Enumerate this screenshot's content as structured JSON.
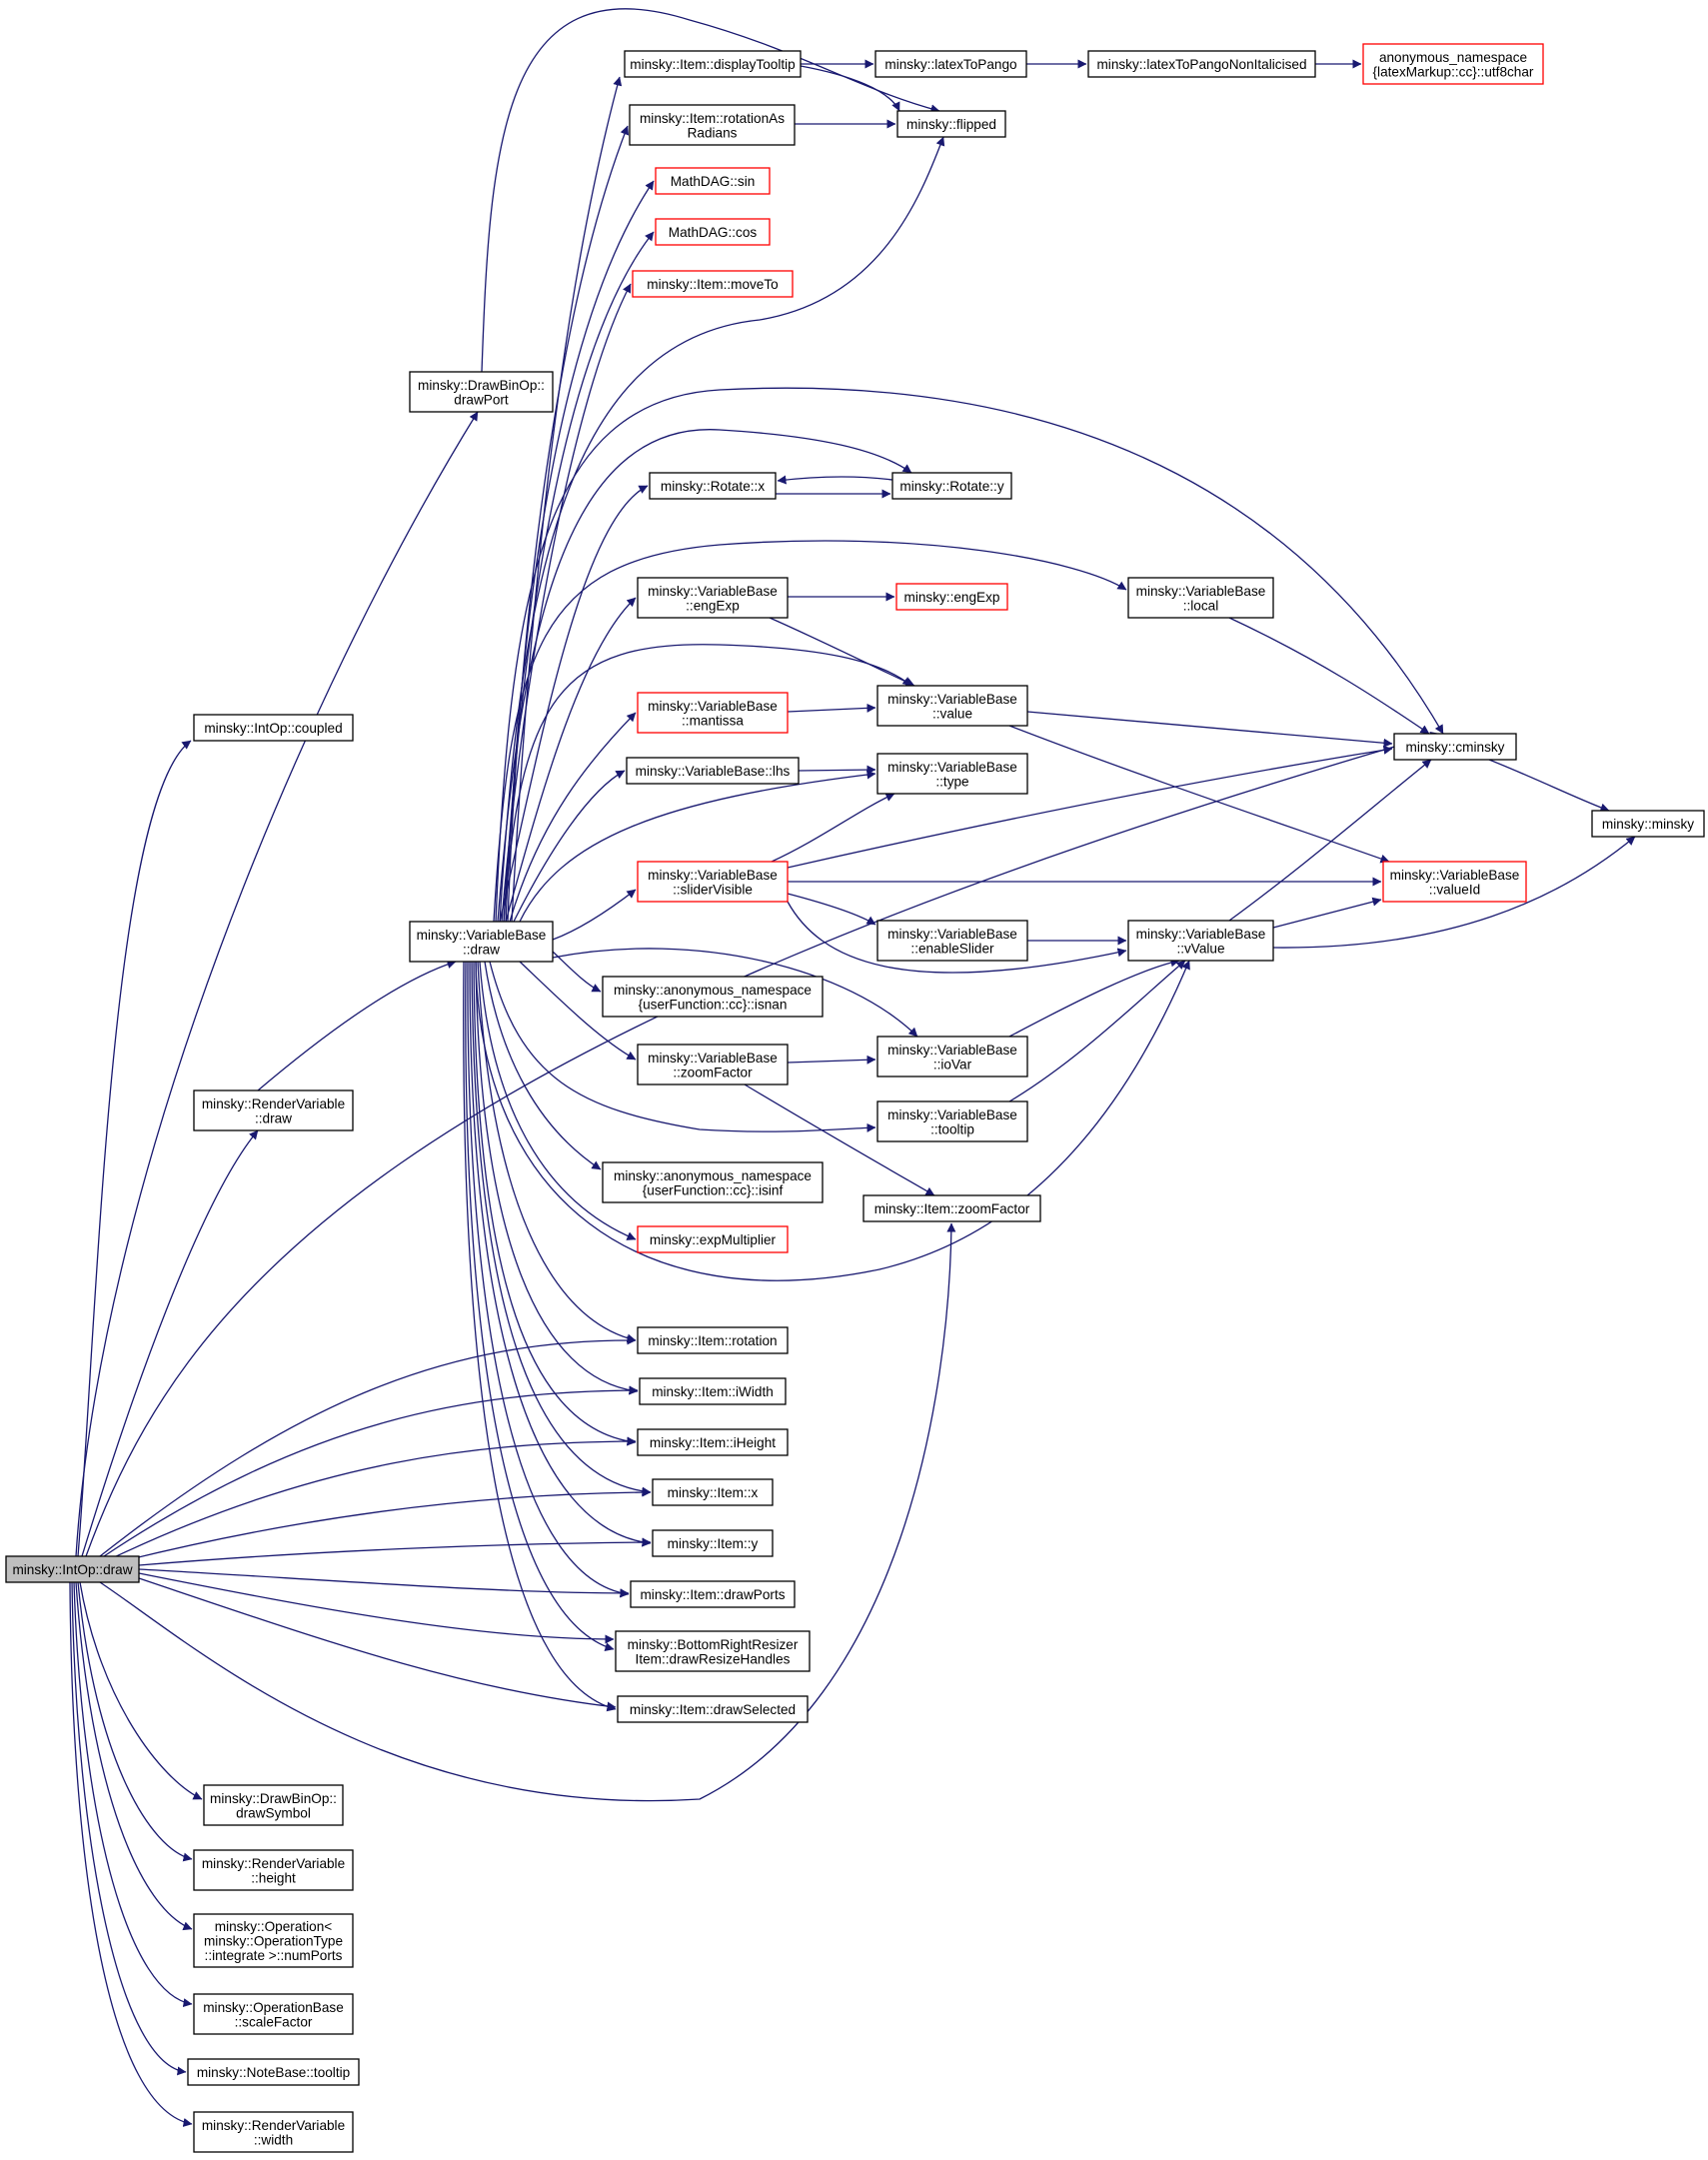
{
  "graph": {
    "edge_color": "#191970",
    "truncated_border_color": "#ff0000",
    "root_fill": "#bfbfbf",
    "nodes": [
      {
        "id": "root",
        "lines": [
          "minsky::IntOp::draw"
        ],
        "style": "root"
      },
      {
        "id": "coupled",
        "lines": [
          "minsky::IntOp::coupled"
        ],
        "style": "normal"
      },
      {
        "id": "drawPort",
        "lines": [
          "minsky::DrawBinOp::",
          "drawPort"
        ],
        "style": "normal"
      },
      {
        "id": "rvdraw",
        "lines": [
          "minsky::RenderVariable",
          "::draw"
        ],
        "style": "normal"
      },
      {
        "id": "vbdraw",
        "lines": [
          "minsky::VariableBase",
          "::draw"
        ],
        "style": "normal"
      },
      {
        "id": "drawSymbol",
        "lines": [
          "minsky::DrawBinOp::",
          "drawSymbol"
        ],
        "style": "normal"
      },
      {
        "id": "rvheight",
        "lines": [
          "minsky::RenderVariable",
          "::height"
        ],
        "style": "normal"
      },
      {
        "id": "numPorts",
        "lines": [
          "minsky::Operation<",
          "minsky::OperationType",
          "::integrate >::numPorts"
        ],
        "style": "normal"
      },
      {
        "id": "scaleFactor",
        "lines": [
          "minsky::OperationBase",
          "::scaleFactor"
        ],
        "style": "normal"
      },
      {
        "id": "nbtooltip",
        "lines": [
          "minsky::NoteBase::tooltip"
        ],
        "style": "normal"
      },
      {
        "id": "rvwidth",
        "lines": [
          "minsky::RenderVariable",
          "::width"
        ],
        "style": "normal"
      },
      {
        "id": "displayTooltip",
        "lines": [
          "minsky::Item::displayTooltip"
        ],
        "style": "normal"
      },
      {
        "id": "rotationAsRadians",
        "lines": [
          "minsky::Item::rotationAs",
          "Radians"
        ],
        "style": "normal"
      },
      {
        "id": "sin",
        "lines": [
          "MathDAG::sin"
        ],
        "style": "trunc"
      },
      {
        "id": "cos",
        "lines": [
          "MathDAG::cos"
        ],
        "style": "trunc"
      },
      {
        "id": "moveTo",
        "lines": [
          "minsky::Item::moveTo"
        ],
        "style": "trunc"
      },
      {
        "id": "rotx",
        "lines": [
          "minsky::Rotate::x"
        ],
        "style": "normal"
      },
      {
        "id": "vbengExp",
        "lines": [
          "minsky::VariableBase",
          "::engExp"
        ],
        "style": "normal"
      },
      {
        "id": "mantissa",
        "lines": [
          "minsky::VariableBase",
          "::mantissa"
        ],
        "style": "trunc"
      },
      {
        "id": "lhs",
        "lines": [
          "minsky::VariableBase::lhs"
        ],
        "style": "normal"
      },
      {
        "id": "sliderVisible",
        "lines": [
          "minsky::VariableBase",
          "::sliderVisible"
        ],
        "style": "trunc"
      },
      {
        "id": "isnan",
        "lines": [
          "minsky::anonymous_namespace",
          "{userFunction::cc}::isnan"
        ],
        "style": "normal"
      },
      {
        "id": "vbzoom",
        "lines": [
          "minsky::VariableBase",
          "::zoomFactor"
        ],
        "style": "normal"
      },
      {
        "id": "isinf",
        "lines": [
          "minsky::anonymous_namespace",
          "{userFunction::cc}::isinf"
        ],
        "style": "normal"
      },
      {
        "id": "expMultiplier",
        "lines": [
          "minsky::expMultiplier"
        ],
        "style": "trunc"
      },
      {
        "id": "rotation",
        "lines": [
          "minsky::Item::rotation"
        ],
        "style": "normal"
      },
      {
        "id": "iWidth",
        "lines": [
          "minsky::Item::iWidth"
        ],
        "style": "normal"
      },
      {
        "id": "iHeight",
        "lines": [
          "minsky::Item::iHeight"
        ],
        "style": "normal"
      },
      {
        "id": "itemx",
        "lines": [
          "minsky::Item::x"
        ],
        "style": "normal"
      },
      {
        "id": "itemy",
        "lines": [
          "minsky::Item::y"
        ],
        "style": "normal"
      },
      {
        "id": "drawPorts",
        "lines": [
          "minsky::Item::drawPorts"
        ],
        "style": "normal"
      },
      {
        "id": "drawResizeHandles",
        "lines": [
          "minsky::BottomRightResizer",
          "Item::drawResizeHandles"
        ],
        "style": "normal"
      },
      {
        "id": "drawSelected",
        "lines": [
          "minsky::Item::drawSelected"
        ],
        "style": "normal"
      },
      {
        "id": "latexToPango",
        "lines": [
          "minsky::latexToPango"
        ],
        "style": "normal"
      },
      {
        "id": "flipped",
        "lines": [
          "minsky::flipped"
        ],
        "style": "normal"
      },
      {
        "id": "roty",
        "lines": [
          "minsky::Rotate::y"
        ],
        "style": "normal"
      },
      {
        "id": "engExp",
        "lines": [
          "minsky::engExp"
        ],
        "style": "trunc"
      },
      {
        "id": "vbvalue",
        "lines": [
          "minsky::VariableBase",
          "::value"
        ],
        "style": "normal"
      },
      {
        "id": "vbtype",
        "lines": [
          "minsky::VariableBase",
          "::type"
        ],
        "style": "normal"
      },
      {
        "id": "enableSlider",
        "lines": [
          "minsky::VariableBase",
          "::enableSlider"
        ],
        "style": "normal"
      },
      {
        "id": "ioVar",
        "lines": [
          "minsky::VariableBase",
          "::ioVar"
        ],
        "style": "normal"
      },
      {
        "id": "vbtooltip",
        "lines": [
          "minsky::VariableBase",
          "::tooltip"
        ],
        "style": "normal"
      },
      {
        "id": "itemzoom",
        "lines": [
          "minsky::Item::zoomFactor"
        ],
        "style": "normal"
      },
      {
        "id": "latexNonItal",
        "lines": [
          "minsky::latexToPangoNonItalicised"
        ],
        "style": "normal"
      },
      {
        "id": "vblocal",
        "lines": [
          "minsky::VariableBase",
          "::local"
        ],
        "style": "normal"
      },
      {
        "id": "vValue",
        "lines": [
          "minsky::VariableBase",
          "::vValue"
        ],
        "style": "normal"
      },
      {
        "id": "cminsky",
        "lines": [
          "minsky::cminsky"
        ],
        "style": "normal"
      },
      {
        "id": "valueId",
        "lines": [
          "minsky::VariableBase",
          "::valueId"
        ],
        "style": "trunc"
      },
      {
        "id": "utf8char",
        "lines": [
          "anonymous_namespace",
          "{latexMarkup::cc}::utf8char"
        ],
        "style": "trunc"
      },
      {
        "id": "minsky",
        "lines": [
          "minsky::minsky"
        ],
        "style": "normal"
      }
    ]
  }
}
